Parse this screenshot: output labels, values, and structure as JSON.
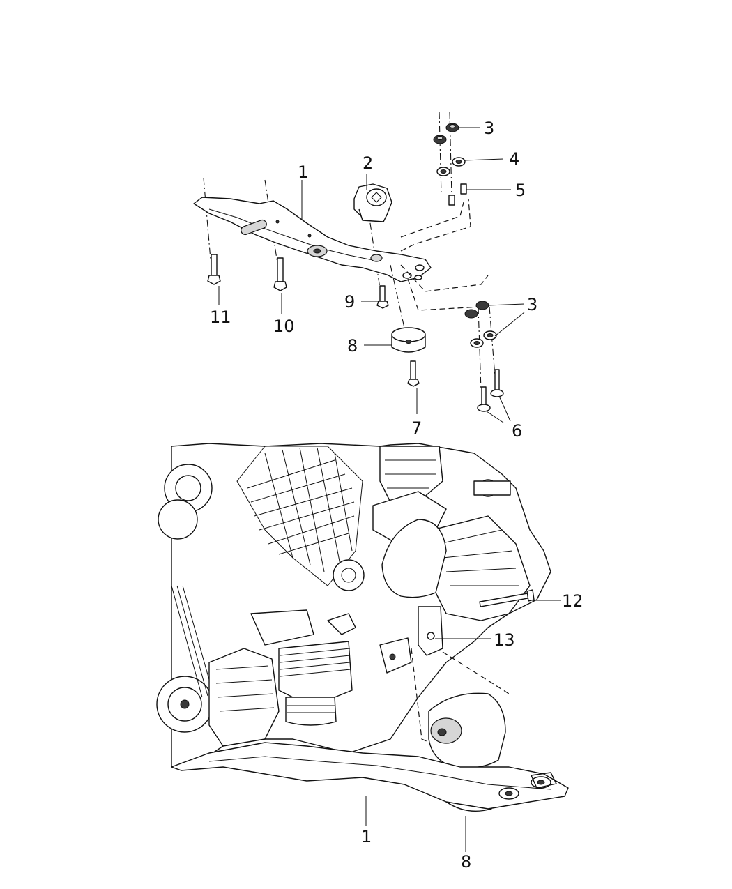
{
  "callouts": {
    "c1_upper": "1",
    "c2": "2",
    "c3_upper": "3",
    "c4": "4",
    "c5": "5",
    "c3_lower": "3",
    "c6": "6",
    "c7": "7",
    "c8_upper": "8",
    "c9": "9",
    "c10": "10",
    "c11": "11",
    "c12": "12",
    "c13": "13",
    "c1_lower": "1",
    "c8_lower": "8"
  }
}
